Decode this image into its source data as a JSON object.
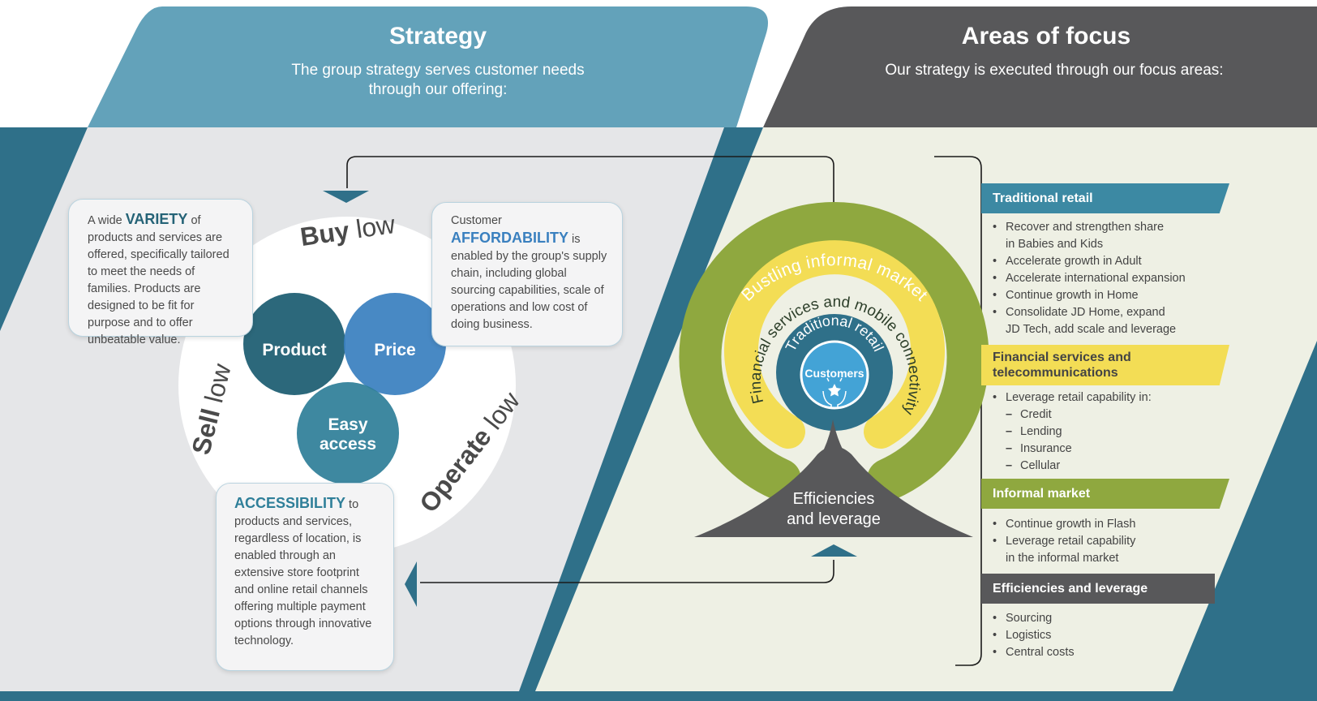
{
  "strategy": {
    "title": "Strategy",
    "subtitle_line1": "The group strategy serves customer needs",
    "subtitle_line2": "through our offering:"
  },
  "focus": {
    "title": "Areas of focus",
    "subtitle": "Our strategy is executed through our focus areas:"
  },
  "wheel": {
    "buy": "Buy",
    "buy_low": "low",
    "sell": "Sell",
    "sell_low": "low",
    "operate": "Operate",
    "operate_low": "low",
    "product": "Product",
    "price": "Price",
    "easy_access_1": "Easy",
    "easy_access_2": "access"
  },
  "callouts": {
    "variety": {
      "pre": "A wide ",
      "keyword": "VARIETY",
      "post": " of",
      "rest": "products and services are offered, specifically tailored to meet the needs of families. Products are designed to be fit for purpose and to offer unbeatable value."
    },
    "affordability": {
      "pre": "Customer",
      "keyword": "AFFORDABILITY",
      "post": " is",
      "rest": "enabled by the group's supply chain, including global sourcing capabilities, scale of operations and low cost of doing business."
    },
    "accessibility": {
      "keyword": "ACCESSIBILITY",
      "post": " to",
      "rest": "products and services, regardless of location, is enabled through an extensive store footprint and online retail channels offering multiple payment options through innovative technology."
    }
  },
  "rings": {
    "outer": "Bustling informal market",
    "middle": "Financial services and mobile connectivity",
    "inner": "Traditional retail",
    "center": "Customers",
    "base_line1": "Efficiencies",
    "base_line2": "and leverage"
  },
  "areas": [
    {
      "heading": "Traditional retail",
      "color": "#3c89a3",
      "text_color": "#ffffff",
      "items": [
        {
          "text": "Recover and strengthen share",
          "cont": "in Babies and Kids"
        },
        {
          "text": "Accelerate growth in Adult"
        },
        {
          "text": "Accelerate international expansion"
        },
        {
          "text": "Continue growth in Home"
        },
        {
          "text": "Consolidate JD Home, expand",
          "cont": "JD Tech, add scale and leverage"
        }
      ]
    },
    {
      "heading": "Financial services and telecommunications",
      "heading_line1": "Financial services and",
      "heading_line2": "telecommunications",
      "color": "#f3dd55",
      "text_color": "#444444",
      "items": [
        {
          "text": "Leverage retail capability in:"
        }
      ],
      "subitems": [
        "Credit",
        "Lending",
        "Insurance",
        "Cellular"
      ]
    },
    {
      "heading": "Informal market",
      "color": "#8fa83f",
      "text_color": "#ffffff",
      "items": [
        {
          "text": "Continue growth in Flash"
        },
        {
          "text": "Leverage retail capability",
          "cont": "in the informal market"
        }
      ]
    },
    {
      "heading": "Efficiencies and leverage",
      "color": "#58585a",
      "text_color": "#ffffff",
      "items": [
        {
          "text": "Sourcing"
        },
        {
          "text": "Logistics"
        },
        {
          "text": "Central costs"
        }
      ]
    }
  ],
  "colors": {
    "teal_dark": "#2f7089",
    "teal_light": "#63a2ba",
    "grey_dark": "#58585a",
    "panel_left": "#e5e6e8",
    "panel_right": "#eef0e4",
    "green": "#8fa83f",
    "yellow": "#f3dd55",
    "blue": "#3c8fc9"
  }
}
